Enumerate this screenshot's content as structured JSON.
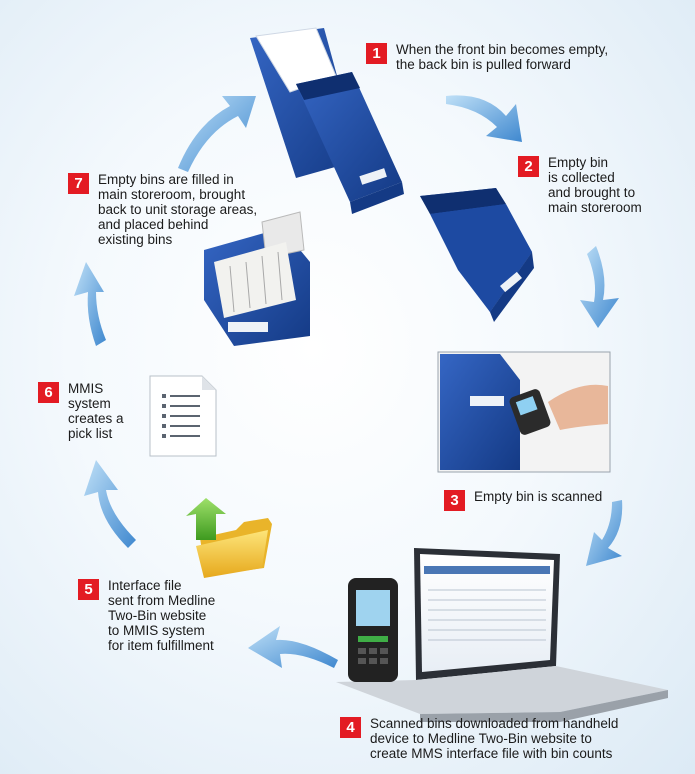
{
  "steps": [
    {
      "num": "1",
      "text": "When the front bin becomes empty,\nthe back bin is pulled forward"
    },
    {
      "num": "2",
      "text": "Empty bin\nis collected\nand brought to\nmain storeroom"
    },
    {
      "num": "3",
      "text": "Empty bin is scanned"
    },
    {
      "num": "4",
      "text": "Scanned bins downloaded from handheld\ndevice to Medline Two-Bin website to\ncreate MMS interface file with bin counts"
    },
    {
      "num": "5",
      "text": "Interface file\nsent from Medline\nTwo-Bin website\nto MMIS system\nfor item fulfillment"
    },
    {
      "num": "6",
      "text": "MMIS\nsystem\ncreates a\npick list"
    },
    {
      "num": "7",
      "text": "Empty bins are filled in\nmain storeroom, brought\nback to unit storage areas,\nand placed behind\nexisting bins"
    }
  ],
  "colors": {
    "badge": "#e31b23",
    "bin": "#1f4fa8",
    "arrow": "#5fa2de"
  },
  "icons": [
    "arrow-icon",
    "bin-icon",
    "scanner-icon",
    "laptop-icon",
    "folder-upload-icon",
    "pick-list-icon"
  ]
}
